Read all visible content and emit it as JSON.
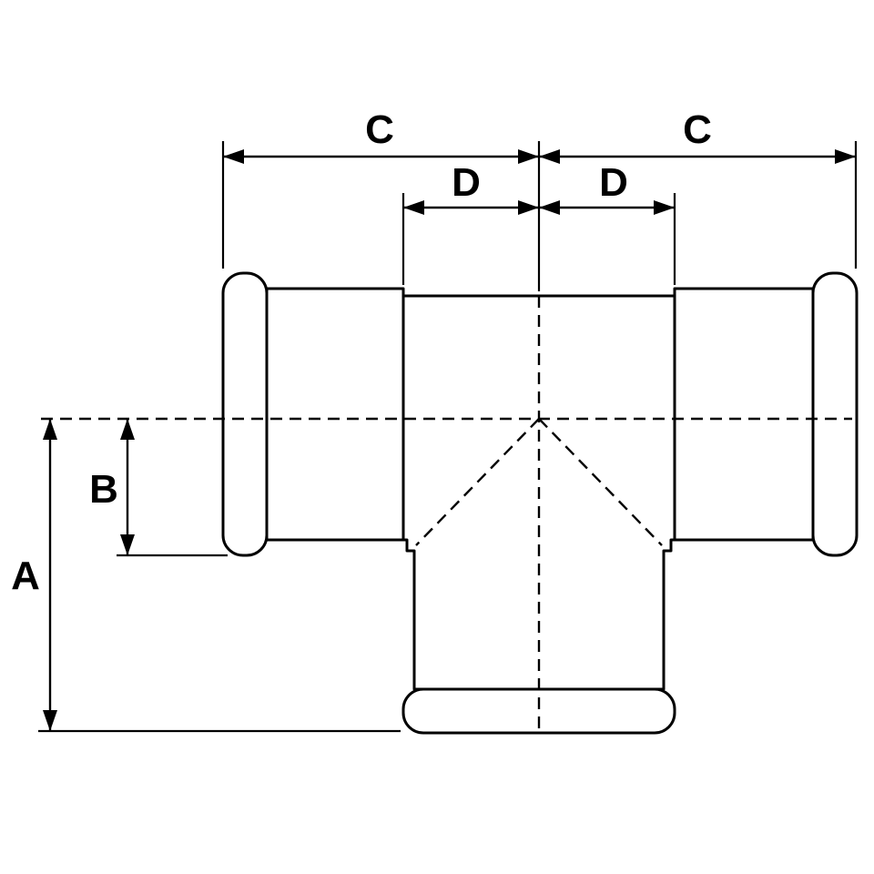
{
  "diagram": {
    "background_color": "#ffffff",
    "line_color": "#000000",
    "dimension_labels": {
      "a": "A",
      "b": "B",
      "c_left": "C",
      "c_right": "C",
      "d_left": "D",
      "d_right": "D"
    }
  }
}
